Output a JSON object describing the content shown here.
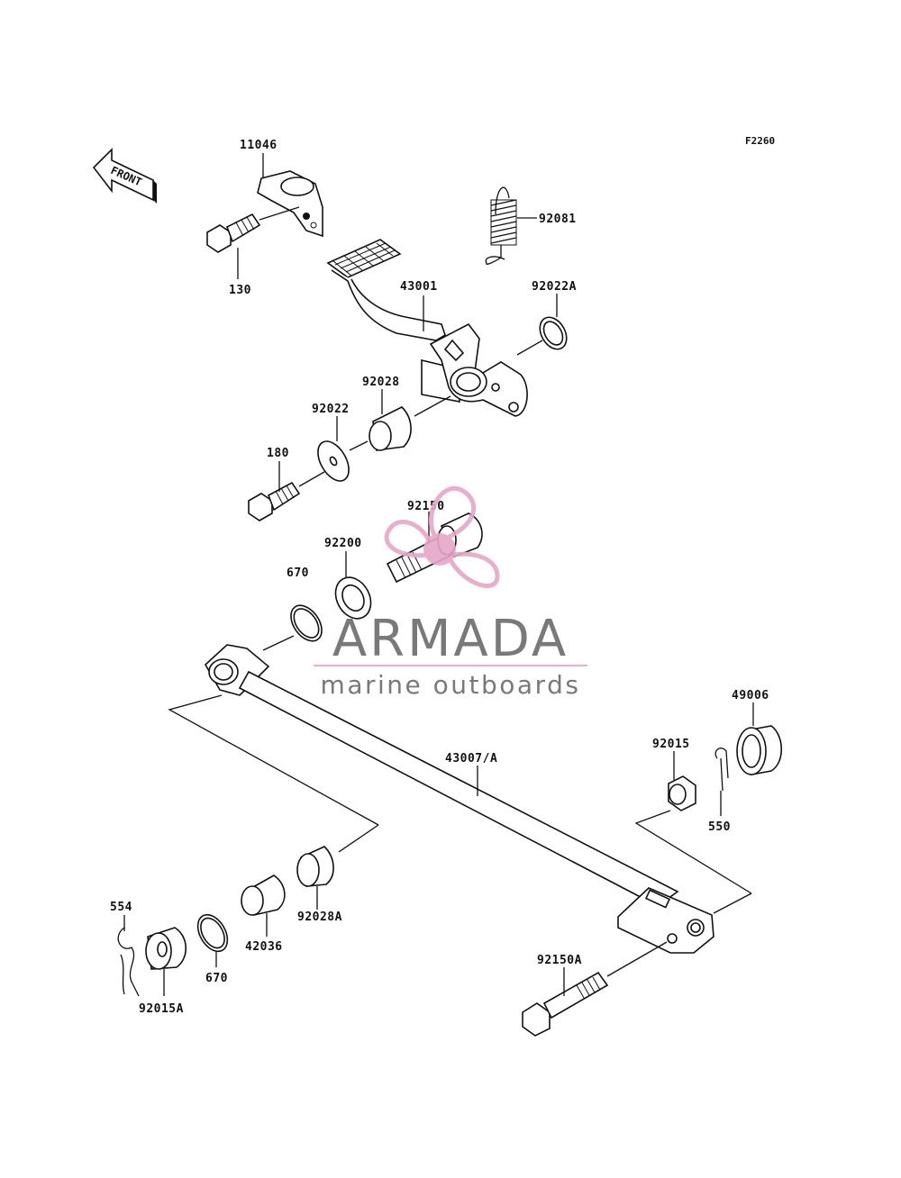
{
  "figure_code": "F2260",
  "front_arrow_label": "FRONT",
  "watermark": {
    "brand": "ARMADA",
    "tagline": "marine outboards",
    "logo_color": "#e6a7c8",
    "divider_color": "#e6a7c8",
    "text_color": "#6b6b6b"
  },
  "parts": {
    "p11046": "11046",
    "p130": "130",
    "p92081": "92081",
    "p43001": "43001",
    "p92022A": "92022A",
    "p92028": "92028",
    "p92022": "92022",
    "p180": "180",
    "p92150": "92150",
    "p92200": "92200",
    "p670a": "670",
    "p49006": "49006",
    "p92015": "92015",
    "p43007A": "43007/A",
    "p550": "550",
    "p554": "554",
    "p92028A": "92028A",
    "p42036": "42036",
    "p670b": "670",
    "p92015A": "92015A",
    "p92150A": "92150A"
  }
}
